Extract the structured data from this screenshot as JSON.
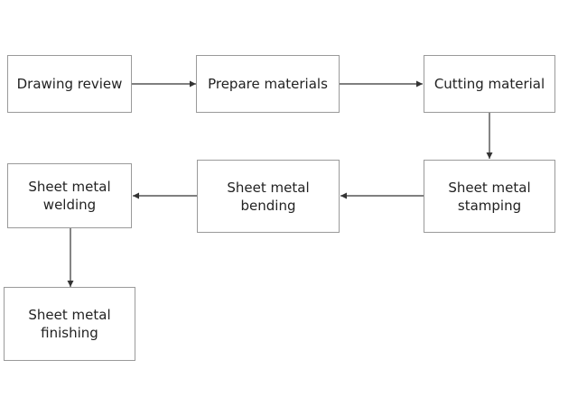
{
  "steps": [
    {
      "id": "drawing_review",
      "label": "Drawing review"
    },
    {
      "id": "prepare_materials",
      "label": "Prepare materials"
    },
    {
      "id": "cutting_material",
      "label": "Cutting material"
    },
    {
      "id": "sheet_metal_stamping",
      "label": "Sheet metal\nstamping"
    },
    {
      "id": "sheet_metal_bending",
      "label": "Sheet metal\nbending"
    },
    {
      "id": "sheet_metal_welding",
      "label": "Sheet metal\nwelding"
    },
    {
      "id": "sheet_metal_finishing",
      "label": "Sheet metal\nfinishing"
    }
  ],
  "connections": [
    {
      "from": "drawing_review",
      "to": "prepare_materials"
    },
    {
      "from": "prepare_materials",
      "to": "cutting_material"
    },
    {
      "from": "cutting_material",
      "to": "sheet_metal_stamping"
    },
    {
      "from": "sheet_metal_stamping",
      "to": "sheet_metal_bending"
    },
    {
      "from": "sheet_metal_bending",
      "to": "sheet_metal_welding"
    },
    {
      "from": "sheet_metal_welding",
      "to": "sheet_metal_finishing"
    }
  ]
}
